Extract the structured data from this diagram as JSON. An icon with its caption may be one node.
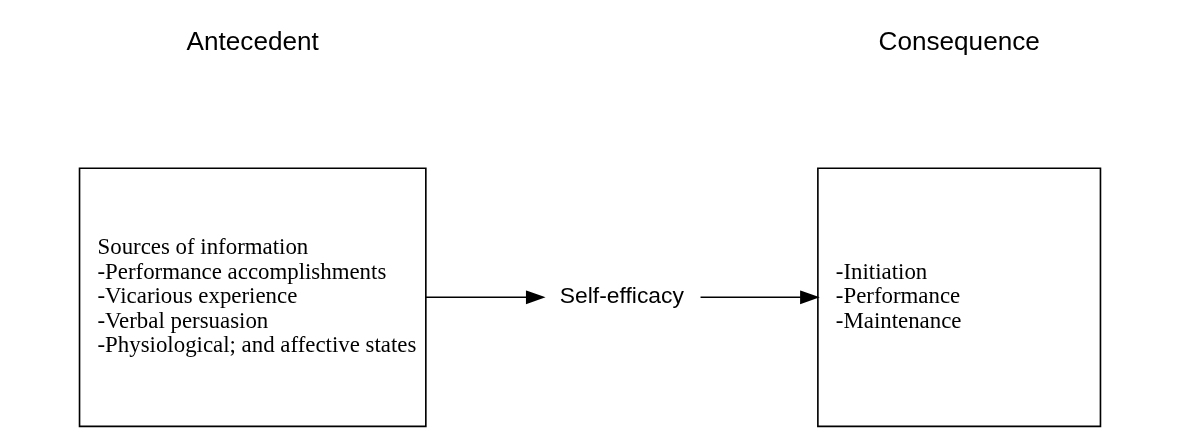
{
  "diagram": {
    "nodes": [
      {
        "text": [
          "Sources of information",
          "-Performance accomplishments",
          "-Vicarious experience",
          "-Verbal persuasion",
          "-Physiological; and affective states"
        ]
      },
      {
        "text": [
          "Self-efficacy"
        ]
      },
      {
        "text": [
          "-Initiation",
          "-Performance",
          "-Maintenance"
        ]
      }
    ],
    "edges": [
      {
        "from": 0,
        "to": 1,
        "arrow": "to"
      },
      {
        "from": 1,
        "to": 2,
        "arrow": "to"
      }
    ],
    "labels": [
      "Antecedent",
      "Consequence"
    ]
  }
}
